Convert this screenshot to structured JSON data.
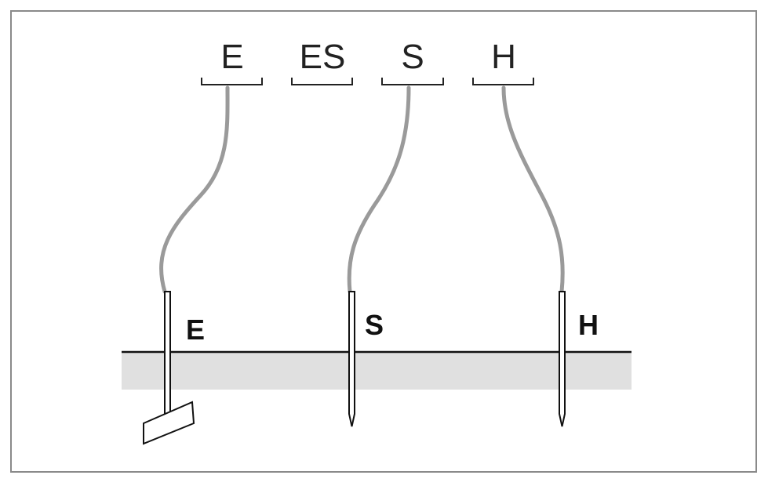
{
  "terminals": [
    {
      "label": "E"
    },
    {
      "label": "ES"
    },
    {
      "label": "S"
    },
    {
      "label": "H"
    }
  ],
  "probes": [
    {
      "label": "E"
    },
    {
      "label": "S"
    },
    {
      "label": "H"
    }
  ],
  "colors": {
    "frame": "#8a8a8a",
    "ground": "#e0e0e0",
    "wire": "#9a9a9a",
    "ink": "#111111"
  }
}
